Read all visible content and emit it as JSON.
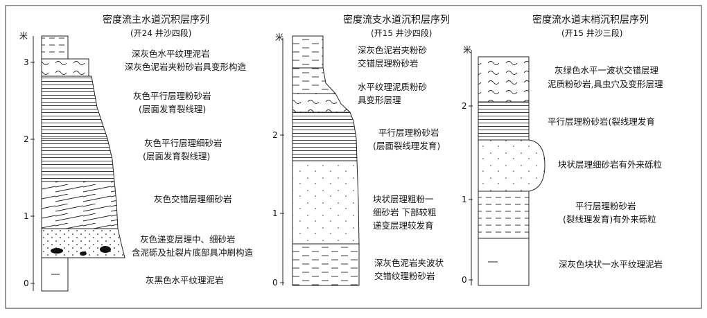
{
  "columns": [
    {
      "title": "密度流主水道沉积层序列",
      "subtitle": "(开24 井沙四段)",
      "unit_label": "米",
      "ticks": [
        "3",
        "2",
        "1",
        "0"
      ],
      "layers": [
        "深灰色水平纹理泥岩",
        "深灰色泥岩夹粉砂岩具变形构造",
        "灰色平行层理粉砂岩",
        "(层面发育裂线理)",
        "灰色平行层理细砂岩",
        "(层面发育裂线理)",
        "灰色交错层理细砂岩",
        "灰色递变层理中、细砂岩",
        "含泥砾及扯裂片底部具冲刷构造",
        "灰黑色水平纹理泥岩"
      ]
    },
    {
      "title": "密度流支水道沉积层序列",
      "subtitle": "(开15 井沙四段)",
      "unit_label": "米",
      "ticks": [
        "2",
        "1",
        "0"
      ],
      "layers": [
        "深灰色泥岩夹粉砂",
        "交错层理粉砂岩",
        "水平纹理泥质粉砂",
        "具变形层理",
        "平行层理粉砂岩",
        "(层面裂线理发育)",
        "块状层理粗粉一",
        "细砂岩 下部较粗",
        "递变层理较发育",
        "深灰色泥岩夹波状",
        "交错纹理粉砂岩"
      ]
    },
    {
      "title": "密度流水道末梢沉积层序列",
      "subtitle": "(开15 井沙三段)",
      "unit_label": "米",
      "ticks": [
        "2",
        "1",
        "0"
      ],
      "layers": [
        "灰绿色水平一波状交错层理",
        "泥质粉砂岩,具虫穴及变形层理",
        "平行层理粉砂岩(裂线理发育",
        "块状层理细砂岩有外来砾粒",
        "平行层理粉砂岩",
        "(裂线理发育)有外来砾粒",
        "深灰色块状一水平纹理泥岩"
      ]
    }
  ]
}
